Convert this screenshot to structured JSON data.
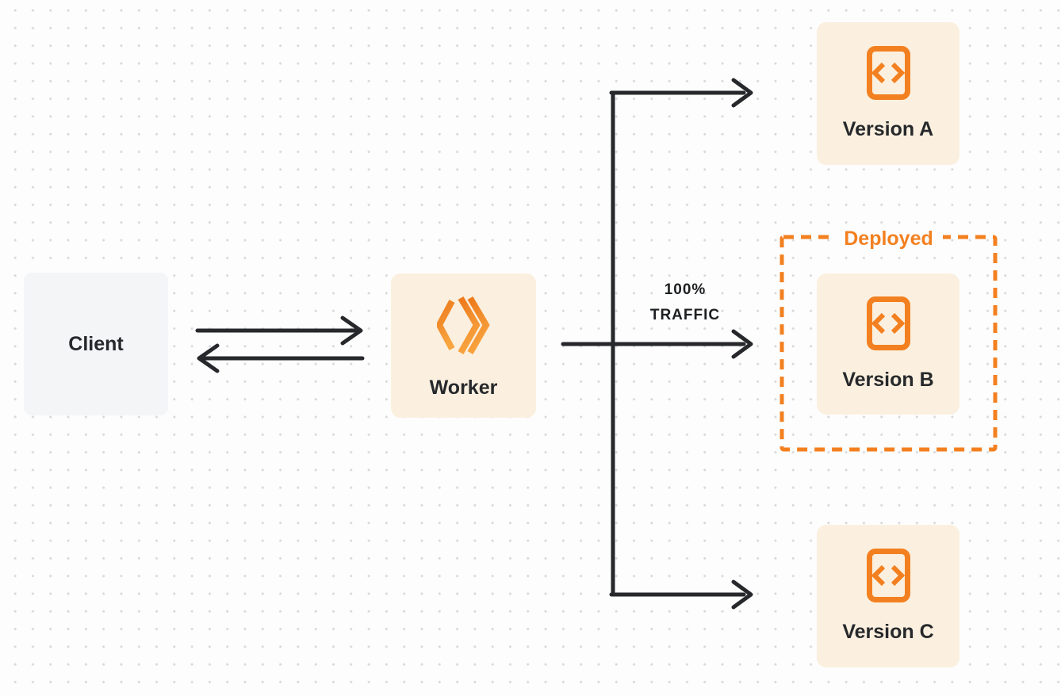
{
  "diagram": {
    "nodes": {
      "client": {
        "label": "Client"
      },
      "worker": {
        "label": "Worker"
      },
      "version_a": {
        "label": "Version A"
      },
      "version_b": {
        "label": "Version B"
      },
      "version_c": {
        "label": "Version C"
      }
    },
    "edges": {
      "worker_to_version_b": {
        "label_line1": "100%",
        "label_line2": "TRAFFIC"
      }
    },
    "deployed_box": {
      "label": "Deployed"
    }
  },
  "icons": {
    "worker": "cloudflare-workers-logo-icon",
    "version": "code-file-icon"
  },
  "colors": {
    "accent_orange": "#f38020",
    "cream_box": "#fbf0df",
    "gray_box": "#f4f5f7",
    "connector_ink": "#26282b",
    "canvas_bg": "#fdfdfd",
    "dot_grid": "#d8dade"
  }
}
